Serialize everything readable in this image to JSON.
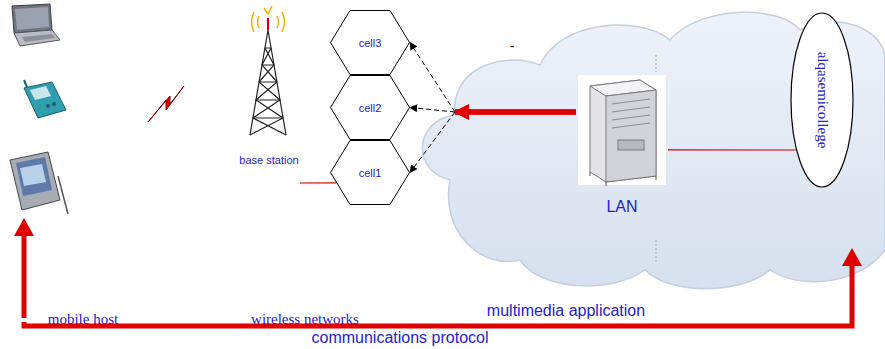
{
  "diagram": {
    "nodes": [
      {
        "text": [
          "base station"
        ]
      },
      {
        "text": [
          "cell3"
        ]
      },
      {
        "text": [
          "cell2"
        ]
      },
      {
        "text": [
          "cell1"
        ]
      },
      {
        "text": [
          "LAN"
        ]
      },
      {
        "text": [
          "alqasemicollege"
        ]
      }
    ],
    "edges": [
      {
        "from": 0,
        "to": 3,
        "arrow": "none"
      },
      {
        "from": 4,
        "to": 1,
        "arrow": "to"
      },
      {
        "from": 4,
        "to": 2,
        "arrow": "to"
      },
      {
        "from": 4,
        "to": 3,
        "arrow": "to"
      },
      {
        "from": 4,
        "to": 5,
        "arrow": "none"
      }
    ],
    "labels": [
      "-",
      "mobile host",
      "wireless networks",
      "multimedia application",
      "communications protocol"
    ]
  }
}
